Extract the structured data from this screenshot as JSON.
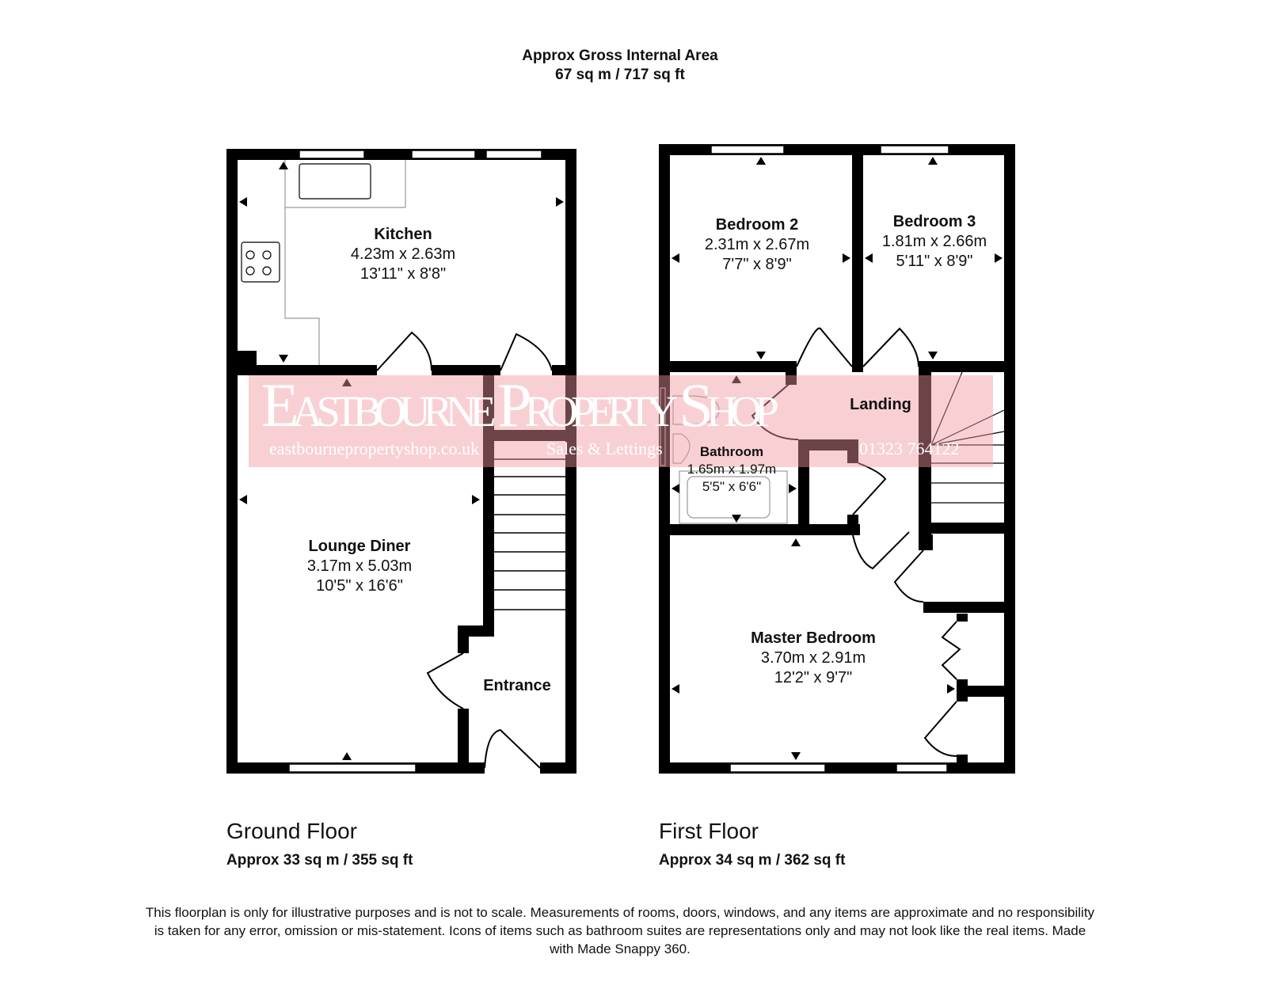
{
  "header": {
    "title": "Approx Gross Internal Area",
    "area": "67 sq m / 717 sq ft"
  },
  "ground_floor": {
    "name": "Ground Floor",
    "area": "Approx 33 sq m / 355 sq ft",
    "rooms": [
      {
        "name": "Kitchen",
        "metric": "4.23m x 2.63m",
        "imperial": "13'11\" x 8'8\""
      },
      {
        "name": "Lounge Diner",
        "metric": "3.17m x 5.03m",
        "imperial": "10'5\" x 16'6\""
      },
      {
        "name": "Entrance"
      }
    ]
  },
  "first_floor": {
    "name": "First Floor",
    "area": "Approx 34 sq m / 362 sq ft",
    "rooms": [
      {
        "name": "Bedroom 2",
        "metric": "2.31m x 2.67m",
        "imperial": "7'7\" x 8'9\""
      },
      {
        "name": "Bedroom 3",
        "metric": "1.81m x 2.66m",
        "imperial": "5'11\" x 8'9\""
      },
      {
        "name": "Landing"
      },
      {
        "name": "Bathroom",
        "metric": "1.65m x 1.97m",
        "imperial": "5'5\" x 6'6\""
      },
      {
        "name": "Master Bedroom",
        "metric": "3.70m x 2.91m",
        "imperial": "12'2\" x 9'7\""
      }
    ]
  },
  "watermark": {
    "brand": "Eastbourne Property Shop",
    "website": "eastbournepropertyshop.co.uk",
    "tagline": "Sales & Lettings",
    "phone": "01323 764122",
    "color": "#f096a0"
  },
  "disclaimer": "This floorplan is only for illustrative purposes and is not to scale. Measurements of rooms, doors, windows, and any items are approximate and no responsibility is taken for any error, omission or mis-statement. Icons of items such as bathroom suites are representations only and may not look like the real items. Made with Made Snappy 360."
}
